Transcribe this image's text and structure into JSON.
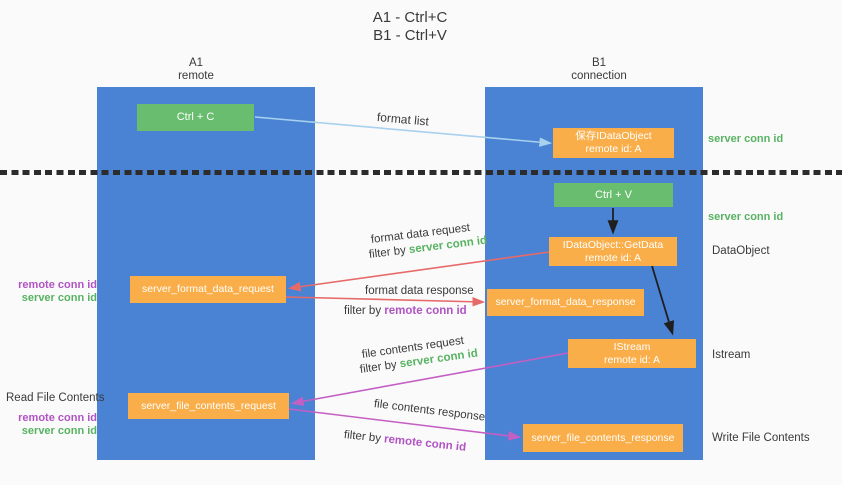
{
  "title": {
    "line1": "A1 - Ctrl+C",
    "line2": "B1 - Ctrl+V"
  },
  "columns": {
    "a1": {
      "name": "A1",
      "role": "remote"
    },
    "b1": {
      "name": "B1",
      "role": "connection"
    }
  },
  "boxes": {
    "ctrl_c": {
      "label": "Ctrl + C"
    },
    "save_idataobject": {
      "line1": "保存IDataObject",
      "line2": "remote id: A"
    },
    "ctrl_v": {
      "label": "Ctrl + V"
    },
    "getdata": {
      "line1": "IDataObject::GetData",
      "line2": "remote id: A"
    },
    "format_request": {
      "label": "server_format_data_request"
    },
    "format_response": {
      "label": "server_format_data_response"
    },
    "istream": {
      "line1": "IStream",
      "line2": "remote id: A"
    },
    "file_request": {
      "label": "server_file_contents_request"
    },
    "file_response": {
      "label": "server_file_contents_response"
    }
  },
  "arrow_labels": {
    "format_list": "format list",
    "format_data_request": "format data request",
    "format_data_response": "format data response",
    "file_contents_request": "file contents request",
    "file_contents_response": "file contents response",
    "filter_by": "filter by",
    "server_conn_id": "server conn id",
    "remote_conn_id": "remote conn id"
  },
  "side_labels": {
    "right_server_conn_id_top": "server conn id",
    "right_server_conn_id_mid": "server conn id",
    "dataobject": "DataObject",
    "istream": "Istream",
    "write_file_contents": "Write File Contents",
    "read_file_contents": "Read File Contents",
    "format_pair": {
      "remote": "remote conn id",
      "server": "server conn id"
    },
    "file_pair": {
      "remote": "remote conn id",
      "server": "server conn id"
    }
  },
  "colors": {
    "bg": "#fafafa",
    "column-blue": "#4a82d4",
    "box-green": "#69bd6e",
    "box-orange": "#f9ae49",
    "green-text": "#57b362",
    "purple-text": "#b153c4",
    "arrow-red": "#e66a6a",
    "arrow-magenta": "#c45fc4",
    "arrow-lightblue": "#a7d1ed",
    "arrow-black": "#1f1f1f",
    "text-dark": "#3a3a3a"
  }
}
